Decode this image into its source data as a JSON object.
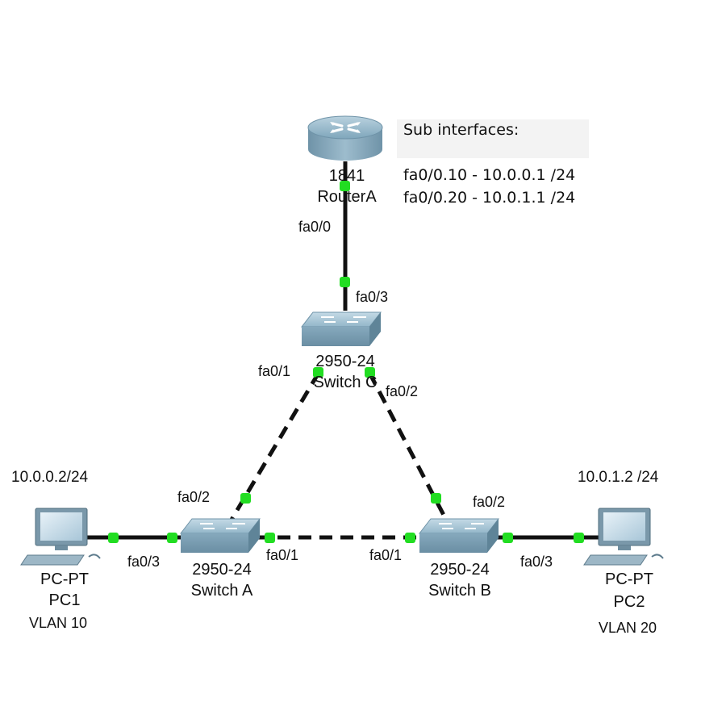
{
  "router": {
    "model": "1841",
    "name": "RouterA",
    "port_label": "fa0/0"
  },
  "subinterfaces": {
    "title": "Sub interfaces:",
    "lines": [
      "fa0/0.10 - 10.0.0.1 /24",
      "fa0/0.20 - 10.0.1.1 /24"
    ]
  },
  "switch_c": {
    "model": "2950-24",
    "name": "Switch C",
    "port_up": "fa0/3",
    "port_left": "fa0/1",
    "port_right": "fa0/2"
  },
  "switch_a": {
    "model": "2950-24",
    "name": "Switch A",
    "port_up": "fa0/2",
    "port_right": "fa0/1",
    "port_left": "fa0/3"
  },
  "switch_b": {
    "model": "2950-24",
    "name": "Switch B",
    "port_up": "fa0/2",
    "port_left": "fa0/1",
    "port_right": "fa0/3"
  },
  "pc1": {
    "ip": "10.0.0.2/24",
    "type": "PC-PT",
    "name": "PC1",
    "vlan": "VLAN 10"
  },
  "pc2": {
    "ip": "10.0.1.2 /24",
    "type": "PC-PT",
    "name": "PC2",
    "vlan": "VLAN 20"
  },
  "colors": {
    "link": "#111111",
    "port_up": "#22dd22",
    "device_blue": "#8fb4c8"
  }
}
